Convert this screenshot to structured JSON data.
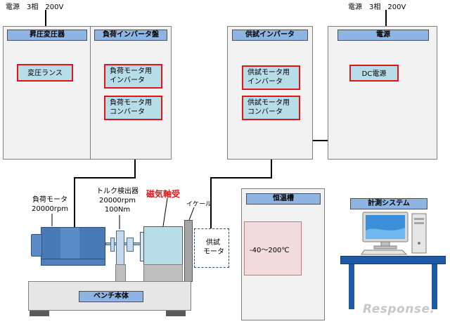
{
  "power_labels": {
    "left": "電源　3相　200V",
    "right": "電源　3相　200V"
  },
  "cabinets": {
    "step_up": {
      "header": "昇圧変圧器",
      "component": "変圧ランス"
    },
    "load_inverter": {
      "header": "負荷インバータ盤",
      "component_1": [
        "負荷モータ用",
        "インバータ"
      ],
      "component_2": [
        "負荷モータ用",
        "コンバータ"
      ]
    },
    "test_inverter": {
      "header": "供試インバータ",
      "component_1": [
        "供試モータ用",
        "インバータ"
      ],
      "component_2": [
        "供試モータ用",
        "コンバータ"
      ]
    },
    "power_supply": {
      "header": "電源",
      "component": "DC電源"
    }
  },
  "bench": {
    "load_motor": [
      "負荷モータ",
      "20000rpm"
    ],
    "torque_detector": [
      "トルク検出器",
      "20000rpm",
      "100Nm"
    ],
    "magnetic_bearing": "磁気軸受",
    "eyeker": "イケール",
    "test_motor": [
      "供試",
      "モータ"
    ],
    "bench_body": "ベンチ本体"
  },
  "chamber": {
    "header": "恒温槽",
    "range": "-40～200℃"
  },
  "measurement": {
    "header": "計測システム"
  },
  "watermark": "Response.",
  "colors": {
    "header_fill": "#8db4e2",
    "component_fill": "#b7dde8",
    "component_border": "#e01515",
    "chamber_inner": "#f2dcdb",
    "motor_blue": "#4f81bd",
    "magnetic_bearing_label": "#e01515",
    "desk_blue": "#1f5aa6"
  }
}
